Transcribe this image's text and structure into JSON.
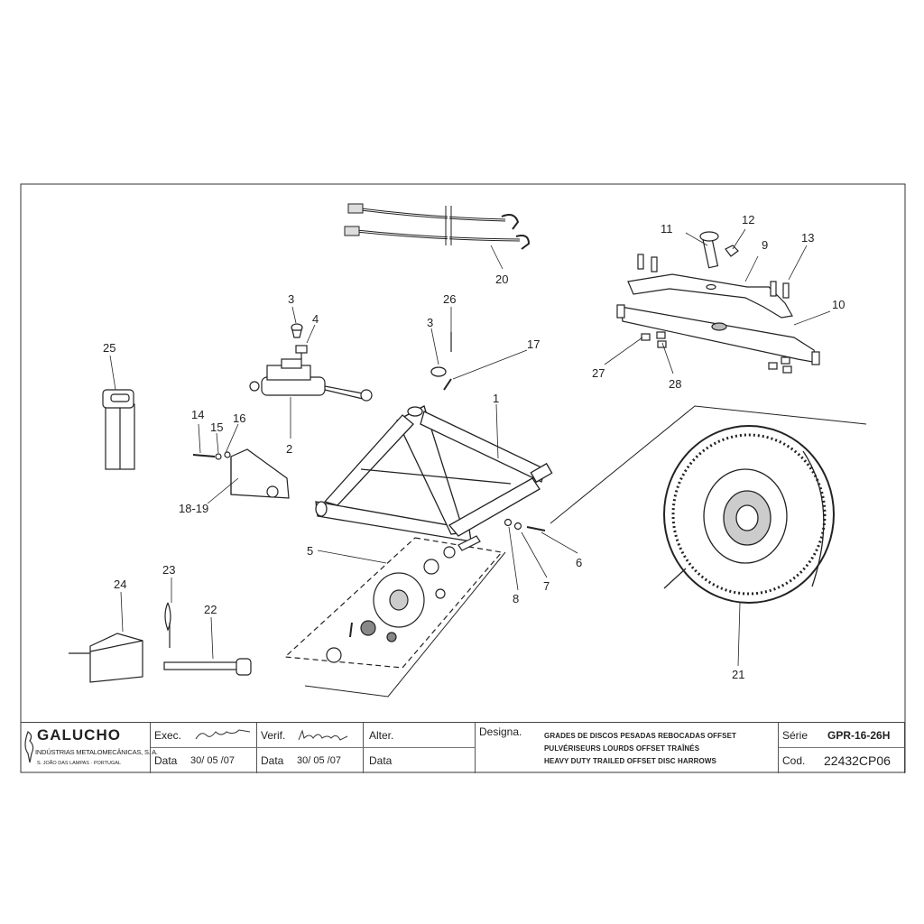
{
  "callouts": [
    "1",
    "2",
    "3",
    "3",
    "4",
    "5",
    "6",
    "7",
    "8",
    "9",
    "10",
    "11",
    "12",
    "13",
    "14",
    "15",
    "16",
    "18-19",
    "17",
    "20",
    "21",
    "22",
    "23",
    "24",
    "25",
    "26",
    "27",
    "28"
  ],
  "title_block": {
    "company_name": "GALUCHO",
    "company_line1": "INDÚSTRIAS METALOMECÂNICAS, S. A.",
    "company_line2": "S. JOÃO DAS LAMPAS  ·  PORTUGAL",
    "exec_label": "Exec.",
    "verif_label": "Verif.",
    "alter_label": "Alter.",
    "data_label": "Data",
    "exec_date": "30/ 05 /07",
    "verif_date": "30/ 05 /07",
    "designa_label": "Designa.",
    "designation_pt": "GRADES DE DISCOS PESADAS REBOCADAS OFFSET",
    "designation_fr": "PULVÉRISEURS LOURDS OFFSET TRAÎNÉS",
    "designation_en": "HEAVY DUTY TRAILED OFFSET DISC HARROWS",
    "serie_label": "Série",
    "serie_value": "GPR-16-26H",
    "cod_label": "Cod.",
    "cod_value": "22432CP06"
  }
}
